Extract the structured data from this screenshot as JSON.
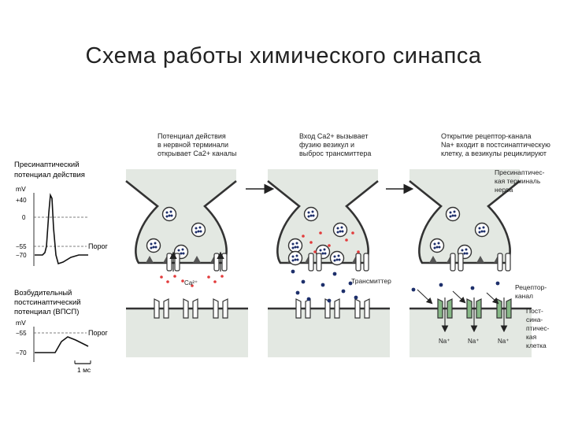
{
  "slide": {
    "title": "Схема работы химического синапса"
  },
  "graph1": {
    "title_lines": [
      "Пресинаптический",
      "потенциал действия"
    ],
    "unit": "mV",
    "ticks": [
      "+40",
      "0",
      "−55",
      "−70"
    ],
    "threshold_label": "Порог"
  },
  "graph2": {
    "title_lines": [
      "Возбудительный",
      "постсинаптический",
      "потенциал (ВПСП)"
    ],
    "unit": "mV",
    "ticks": [
      "−55",
      "−70"
    ],
    "threshold_label": "Порог",
    "time_label": "1 мс"
  },
  "panels": [
    {
      "caption_lines": [
        "Потенциал действия",
        "в нервной терминали",
        "открывает Ca2+ каналы"
      ],
      "ion_label": "Ca²⁺"
    },
    {
      "caption_lines": [
        "Вход Ca2+ вызывает",
        "фузию везикул и",
        "выброс трансмиттера"
      ],
      "transmitter_label": "Трансмиттер"
    },
    {
      "caption_lines": [
        "Открытие рецептор-канала",
        "Na+ входит в постсинаптическую",
        "клетку, а везикулы рециклируют"
      ],
      "terminal_label_lines": [
        "Пресинаптичес-",
        "кая терминаль",
        "нерва"
      ],
      "receptor_label_lines": [
        "Рецептор-",
        "канал"
      ],
      "cell_label_lines": [
        "Пост-",
        "сина-",
        "птичес-",
        "кая",
        "клетка"
      ],
      "na_labels": [
        "Na⁺",
        "Na⁺",
        "Na⁺"
      ]
    }
  ],
  "colors": {
    "cell_fill": "#e3e8e2",
    "outline": "#333333",
    "calcium": "#e23b3b",
    "transmitter": "#1d2f6b",
    "receptor_open": "#86b886"
  }
}
